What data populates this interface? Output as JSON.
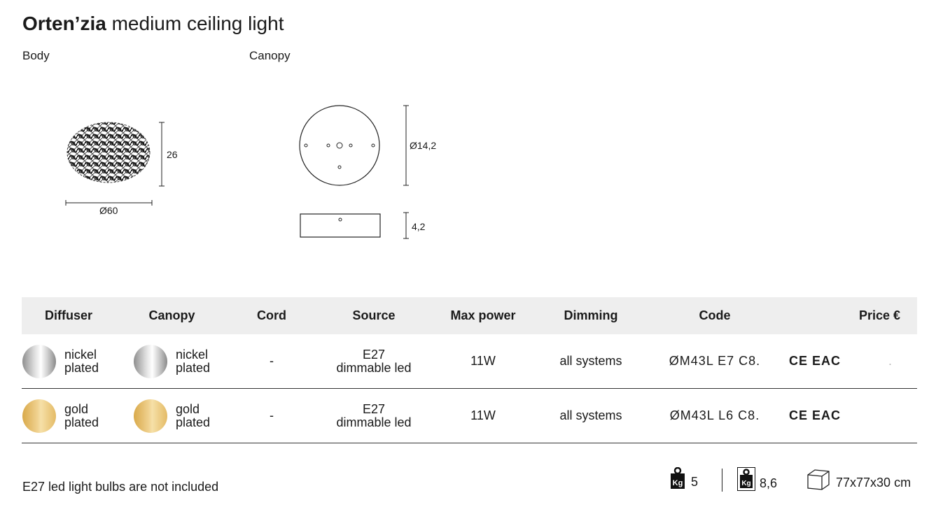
{
  "header": {
    "title_bold": "Orten’zia",
    "title_rest": "medium ceiling light"
  },
  "views": {
    "body_label": "Body",
    "canopy_label": "Canopy",
    "body_height": "26",
    "body_diameter": "Ø60",
    "canopy_diameter": "Ø14,2",
    "canopy_height": "4,2"
  },
  "table": {
    "headers": [
      "Diffuser",
      "Canopy",
      "Cord",
      "Source",
      "Max power",
      "Dimming",
      "Code",
      "",
      "Price €"
    ],
    "rows": [
      {
        "diffuser": "nickel plated",
        "diffuser_l1": "nickel",
        "diffuser_l2": "plated",
        "canopy_l1": "nickel",
        "canopy_l2": "plated",
        "cord": "-",
        "source_l1": "E27",
        "source_l2": "dimmable led",
        "max_power": "11W",
        "dimming": "all systems",
        "code": "ØM43L E7 C8.",
        "cert": "CE EAC",
        "price": "."
      },
      {
        "diffuser_l1": "gold",
        "diffuser_l2": "plated",
        "canopy_l1": "gold",
        "canopy_l2": "plated",
        "cord": "-",
        "source_l1": "E27",
        "source_l2": "dimmable led",
        "max_power": "11W",
        "dimming": "all systems",
        "code": "ØM43L L6 C8.",
        "cert": "CE EAC",
        "price": ""
      }
    ]
  },
  "footer": {
    "note": "E27 led light bulbs are not included",
    "net_weight": "5",
    "gross_weight": "8,6",
    "package_size": "77x77x30 cm",
    "kg_label": "Kg"
  },
  "colors": {
    "nickel": "#c8c8c8",
    "gold": "#e6bf6b",
    "header_bg": "#eeeeee"
  }
}
